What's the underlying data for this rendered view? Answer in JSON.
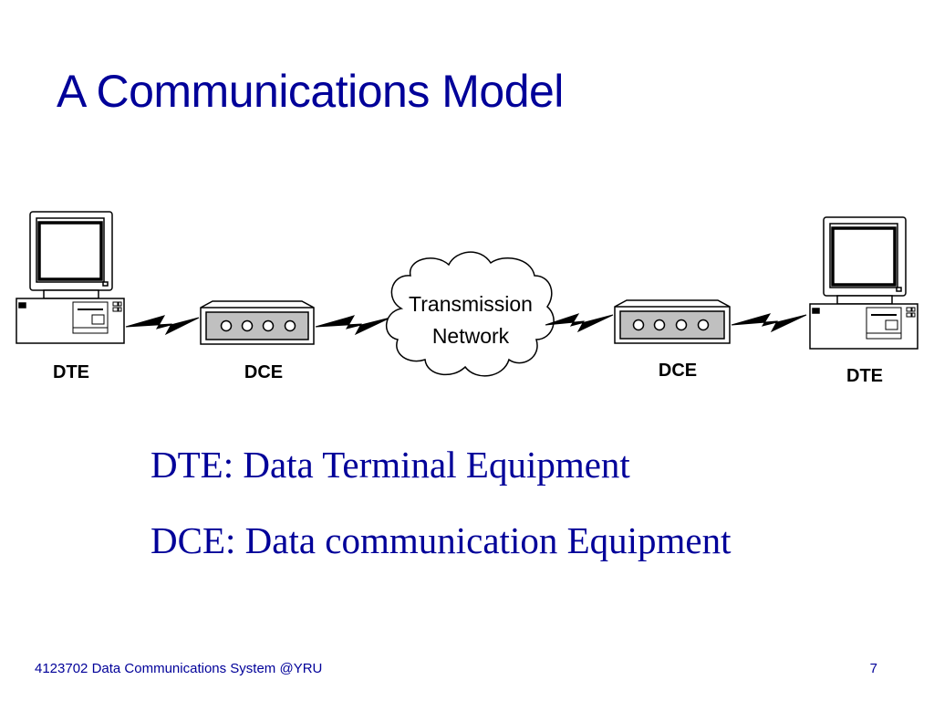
{
  "slide": {
    "title": "A Communications Model"
  },
  "diagram": {
    "dte_left_label": "DTE",
    "dce_left_label": "DCE",
    "network_label_line1": "Transmission",
    "network_label_line2": "Network",
    "dce_right_label": "DCE",
    "dte_right_label": "DTE"
  },
  "definitions": {
    "dte": "DTE: Data Terminal Equipment",
    "dce": "DCE: Data communication Equipment"
  },
  "footer": {
    "course": "4123702 Data Communications System @YRU",
    "page_number": "7"
  },
  "colors": {
    "title_text": "#000099",
    "diagram_line": "#000000",
    "modem_panel": "#c0c0c0"
  }
}
